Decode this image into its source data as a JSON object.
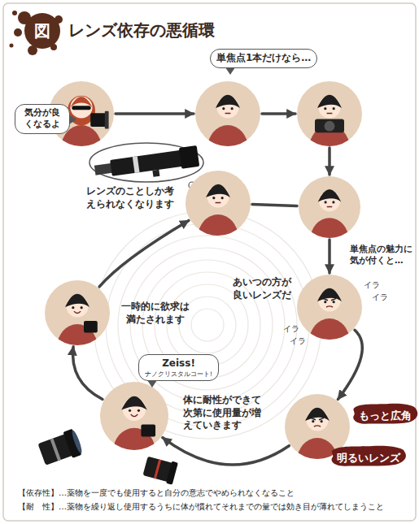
{
  "diagram": {
    "title": "レンズ依存の悪循環",
    "nodes": [
      {
        "text": [
          "気分が良くなるよ"
        ]
      },
      {
        "text": [
          "単焦点1本だけなら…"
        ]
      },
      {
        "text": []
      },
      {
        "text": []
      },
      {
        "text": [
          "あいつの方が良いレンズだ"
        ]
      },
      {
        "text": []
      },
      {
        "text": [
          "もっと広角"
        ]
      },
      {
        "text": [
          "明るいレンズ"
        ]
      },
      {
        "text": [
          "Zeiss!",
          "ナノクリスタルコート!"
        ]
      },
      {
        "text": [
          "一時的に欲求は満たされます"
        ]
      },
      {
        "text": [
          "レンズのことしか考えられなくなります"
        ]
      }
    ],
    "edges": [
      {
        "from": 0,
        "to": 1,
        "arrow": "to"
      },
      {
        "from": 1,
        "to": 2,
        "arrow": "to"
      },
      {
        "from": 2,
        "to": 3,
        "arrow": "to"
      },
      {
        "from": 3,
        "to": 4,
        "label": "単焦点の魅力に気が付くと…",
        "arrow": "to"
      },
      {
        "from": 4,
        "to": 5,
        "arrow": "to"
      },
      {
        "from": 5,
        "to": 8,
        "label": "体に耐性ができて次第に使用量が増えていきます",
        "arrow": "to"
      },
      {
        "from": 8,
        "to": 9,
        "arrow": "to"
      },
      {
        "from": 9,
        "to": 10,
        "arrow": "to"
      },
      {
        "from": 10,
        "to": 3,
        "arrow": "none"
      }
    ],
    "labels": [
      "図",
      "イラ",
      "イラ",
      "イラ",
      "イラ",
      "【依存性】…薬物を一度でも使用すると自分の意志でやめられなくなること",
      "【耐　性】…薬物を繰り返し使用するうちに体が慣れてそれまでの量では効き目が薄れてしまうこと"
    ]
  }
}
